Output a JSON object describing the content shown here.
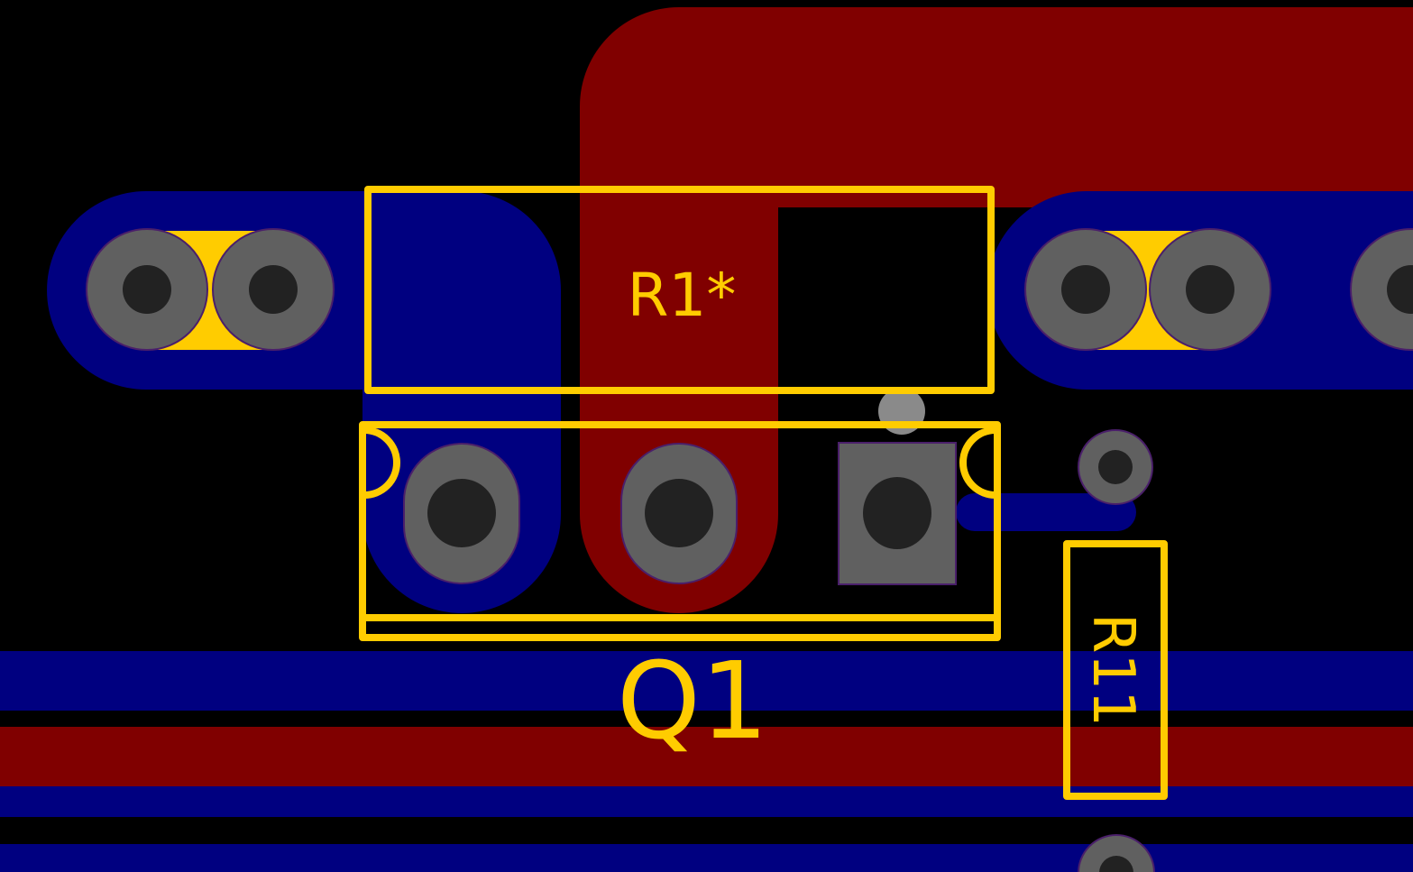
{
  "colors": {
    "background": "#000000",
    "front_copper": "#800000",
    "back_copper": "#000080",
    "silkscreen": "#ffcc00",
    "pad": "#606060",
    "pad_outline": "#4a1f6a",
    "drill_hole": "#222222",
    "via_light": "#8a8a8a"
  },
  "components": [
    {
      "id": "r1",
      "reference": "R1*",
      "kind": "through-hole resistor, two pads"
    },
    {
      "id": "q1",
      "reference": "Q1",
      "kind": "TO-92 transistor, three pads, pad 1 square"
    },
    {
      "id": "r11",
      "reference": "R11",
      "kind": "resistor, rotated 90 degrees"
    }
  ],
  "icons": {
    "pad_round": "round-pad-icon",
    "pad_oval": "oval-pad-icon",
    "pad_square": "square-pad-icon",
    "via": "via-icon"
  }
}
